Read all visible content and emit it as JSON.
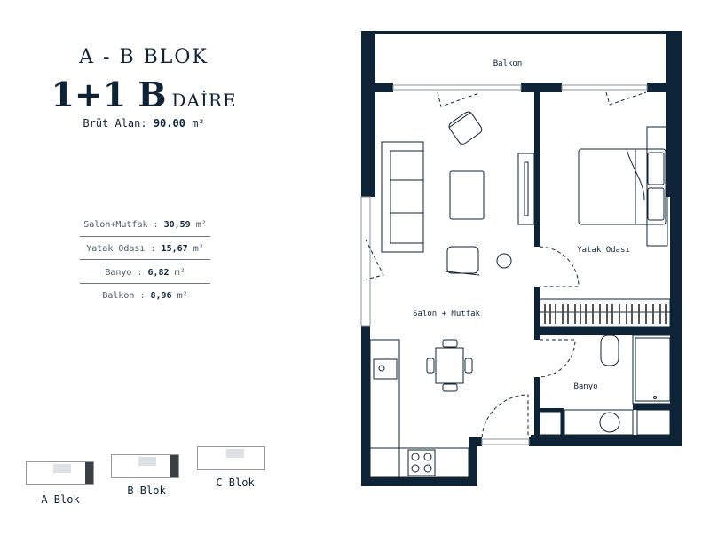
{
  "header": {
    "block": "A - B BLOK",
    "unit_type": "1+1 B",
    "unit_suffix": "DAİRE",
    "gross_label": "Brüt Alan:",
    "gross_value": "90.00",
    "gross_unit": "m²"
  },
  "areas": [
    {
      "label": "Salon+Mutfak",
      "value": "30,59",
      "unit": "m²"
    },
    {
      "label": "Yatak Odası",
      "value": "15,67",
      "unit": "m²"
    },
    {
      "label": "Banyo",
      "value": "6,82",
      "unit": "m²"
    },
    {
      "label": "Balkon",
      "value": "8,96",
      "unit": "m²"
    }
  ],
  "blocks": [
    {
      "label": "A Blok"
    },
    {
      "label": "B Blok"
    },
    {
      "label": "C Blok"
    }
  ],
  "plan": {
    "rooms": {
      "balcony": "Balkon",
      "bedroom": "Yatak Odası",
      "living_kitchen": "Salon + Mutfak",
      "bathroom": "Banyo"
    },
    "wall_color": "#0e2436"
  }
}
